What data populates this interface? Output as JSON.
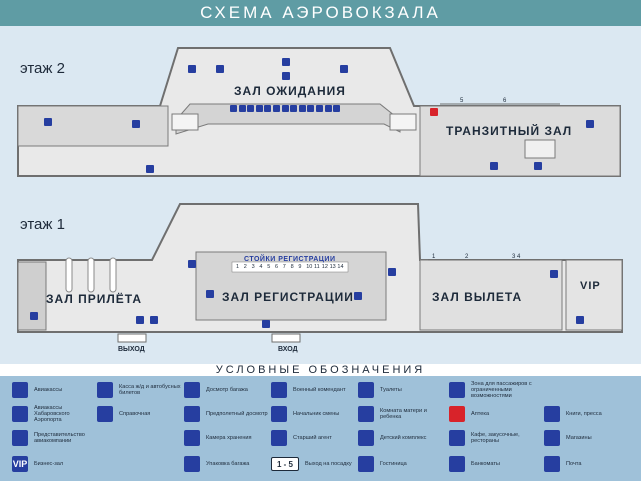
{
  "header": {
    "title": "СХЕМА АЭРОВОКЗАЛА"
  },
  "floors": {
    "floor2": {
      "label": "этаж 2",
      "waiting_hall": "ЗАЛ ОЖИДАНИЯ",
      "transit_hall": "ТРАНЗИТНЫЙ ЗАЛ",
      "gate_numbers": [
        "5",
        "6"
      ]
    },
    "floor1": {
      "label": "этаж 1",
      "arrival_hall": "ЗАЛ ПРИЛЁТА",
      "registration_hall": "ЗАЛ РЕГИСТРАЦИИ",
      "departure_hall": "ЗАЛ ВЫЛЕТА",
      "vip_hall": "VIP",
      "checkin_desks_label": "СТОЙКИ РЕГИСТРАЦИИ",
      "checkin_numbers": [
        "1",
        "2",
        "3",
        "4",
        "5",
        "6",
        "7",
        "8",
        "9",
        "10",
        "11",
        "12",
        "13",
        "14"
      ],
      "gate_numbers": [
        "1",
        "2",
        "3 4"
      ],
      "exit_label": "ВЫХОД",
      "entrance_label": "ВХОД"
    }
  },
  "legend": {
    "title": "УСЛОВНЫЕ ОБОЗНАЧЕНИЯ",
    "items": [
      {
        "icon": "plane-icon",
        "text": "Авиакассы"
      },
      {
        "icon": "ticket-icon",
        "text": "Касса ж/д и автобусных билетов"
      },
      {
        "icon": "baggage-check-icon",
        "text": "Досмотр багажа"
      },
      {
        "icon": "military-icon",
        "text": "Военный комендант"
      },
      {
        "icon": "toilet-icon",
        "text": "Туалеты"
      },
      {
        "icon": "wheelchair-icon",
        "text": "Зона для пассажиров с ограниченными возможностями"
      },
      {
        "icon": "plane-khabarovsk-icon",
        "text": "Авиакассы Хабаровского Аэропорта"
      },
      {
        "icon": "info-icon",
        "text": "Справочная"
      },
      {
        "icon": "pre-screening-icon",
        "text": "Предполетный досмотр"
      },
      {
        "icon": "shift-chief-icon",
        "text": "Начальник смены"
      },
      {
        "icon": "mother-child-icon",
        "text": "Комната матери и ребенка"
      },
      {
        "icon": "pharmacy-icon",
        "text": "Аптека"
      },
      {
        "icon": "books-icon",
        "text": "Книги, пресса"
      },
      {
        "icon": "airline-office-icon",
        "text": "Представительство авиакомпании"
      },
      {
        "icon": "storage-icon",
        "text": "Камера хранения"
      },
      {
        "icon": "senior-agent-icon",
        "text": "Старший агент"
      },
      {
        "icon": "kids-icon",
        "text": "Детский комплекс"
      },
      {
        "icon": "cafe-icon",
        "text": "Кафе, закусочные, рестораны"
      },
      {
        "icon": "shop-icon",
        "text": "Магазины"
      },
      {
        "icon": "vip-icon",
        "text": "Бизнес-зал"
      },
      {
        "icon": "baggage-wrap-icon",
        "text": "Упаковка багажа"
      },
      {
        "icon": "gate-icon",
        "text": "Выход на посадку"
      },
      {
        "icon": "hotel-icon",
        "text": "Гостиница"
      },
      {
        "icon": "atm-icon",
        "text": "Банкоматы"
      },
      {
        "icon": "mail-icon",
        "text": "Почта"
      }
    ],
    "vip_icon_text": "VIP",
    "gate_icon_text": "1 - 5"
  }
}
